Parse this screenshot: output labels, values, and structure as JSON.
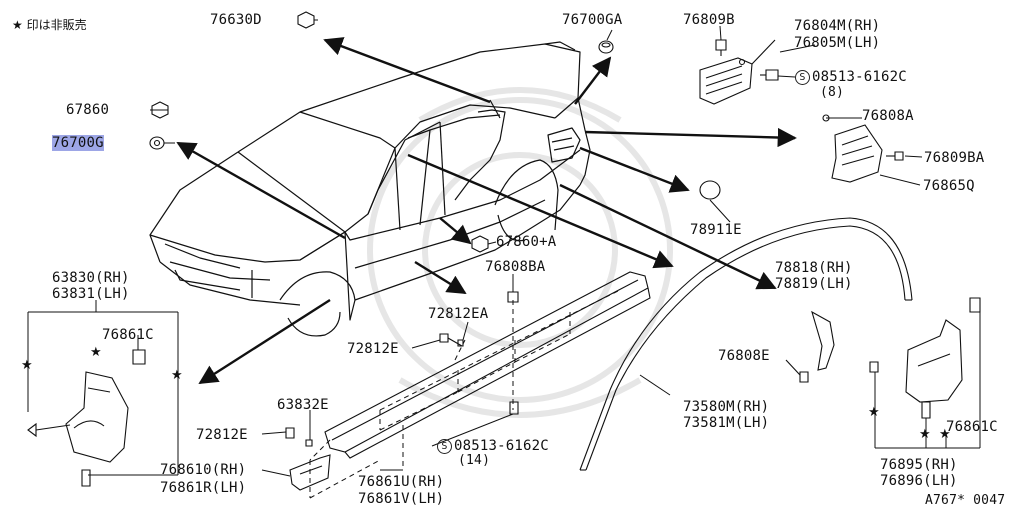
{
  "header": {
    "note": "★ 印は非販売",
    "diagram_code": "A767* 0047"
  },
  "highlight_color": "#9da6e6",
  "parts": {
    "p76630d": "76630D",
    "p76700ga": "76700GA",
    "p76809b": "76809B",
    "p76804m": "76804M(RH)",
    "p76805m": "76805M(LH)",
    "p08513_6162c_top": "08513-6162C",
    "p08513_qty_top": "(8)",
    "p67860": "67860",
    "p76700g": "76700G",
    "p76808a": "76808A",
    "p76809ba": "76809BA",
    "p76865q": "76865Q",
    "p78911e": "78911E",
    "p67860a": "67860+A",
    "p63830": "63830(RH)",
    "p63831": "63831(LH)",
    "p76808ba": "76808BA",
    "p76861c_left": "76861C",
    "p72812ea": "72812EA",
    "p72812e_mid": "72812E",
    "p78818": "78818(RH)",
    "p78819": "78819(LH)",
    "p76808e": "76808E",
    "p63832e": "63832E",
    "p72812e_low": "72812E",
    "p73580m": "73580M(RH)",
    "p73581m": "73581M(LH)",
    "p76861c_right": "76861C",
    "p08513_6162c_bot": "08513-6162C",
    "p08513_qty_bot": "(14)",
    "p768610": "768610(RH)",
    "p76861r": "76861R(LH)",
    "p76861u": "76861U(RH)",
    "p76861v": "76861V(LH)",
    "p76895": "76895(RH)",
    "p76896": "76896(LH)",
    "screw_symbol": "S"
  }
}
